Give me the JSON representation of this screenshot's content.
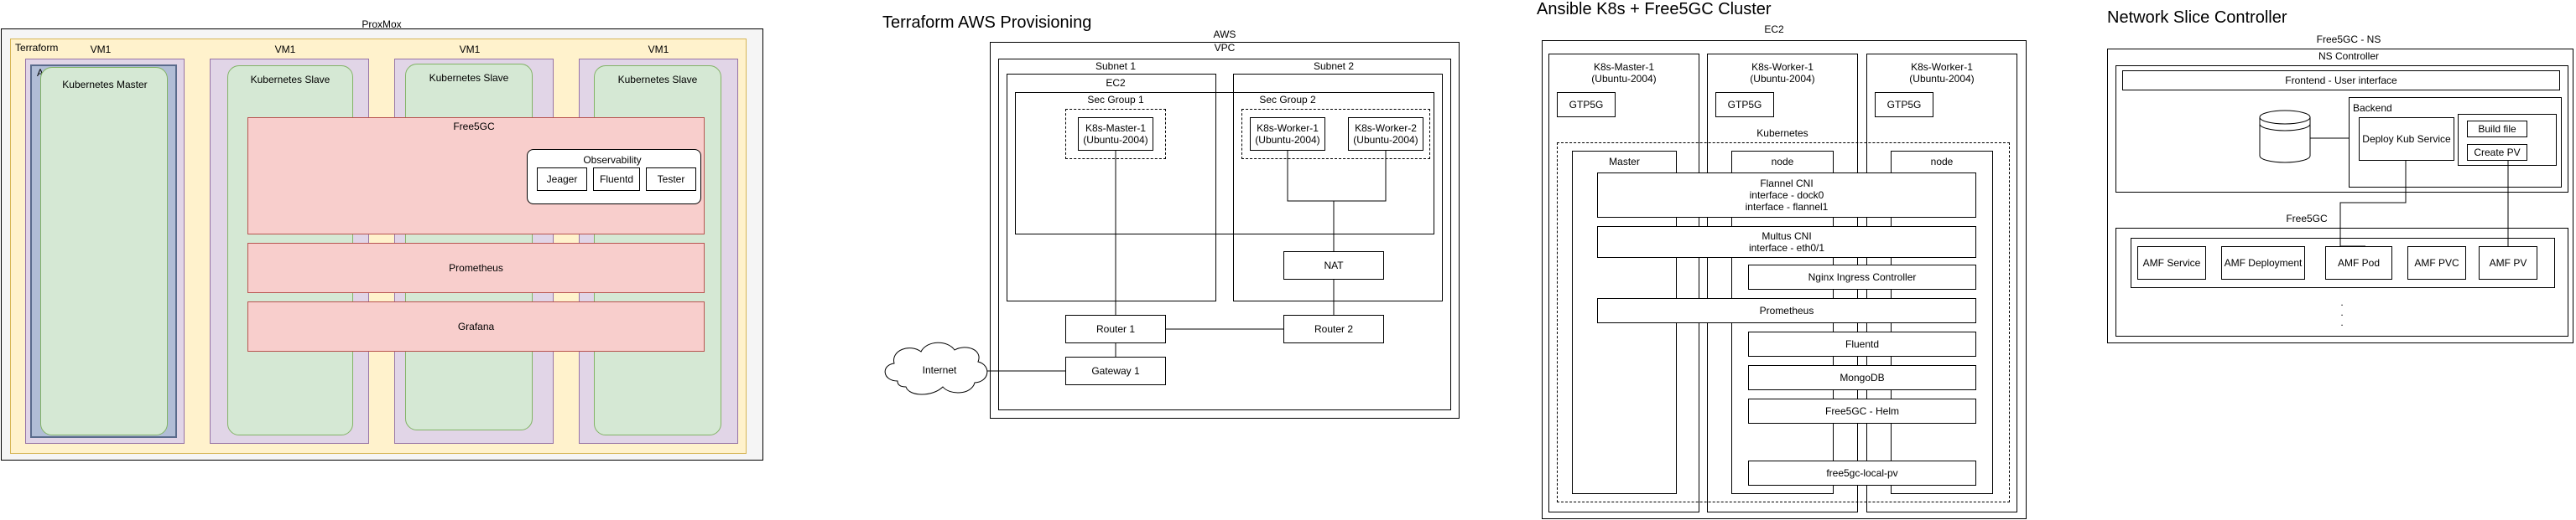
{
  "proxmox": {
    "title": "ProxMox",
    "terraform": "Terraform",
    "ansible": "Ansible",
    "vm_labels": [
      "VM1",
      "VM1",
      "VM1",
      "VM1"
    ],
    "master": "Kubernetes Master",
    "slaves": [
      "Kubernetes Slave",
      "Kubernetes Slave",
      "Kubernetes Slave"
    ],
    "free5gc": "Free5GC",
    "observability": "Observability",
    "obs_items": [
      "Jeager",
      "Fluentd",
      "Tester"
    ],
    "prometheus": "Prometheus",
    "grafana": "Grafana"
  },
  "aws": {
    "heading": "Terraform AWS Provisioning",
    "aws": "AWS",
    "vpc": "VPC",
    "subnet1": "Subnet 1",
    "subnet2": "Subnet 2",
    "ec2": "EC2",
    "sg1": "Sec Group 1",
    "sg2": "Sec Group 2",
    "master1": "K8s-Master-1\n(Ubuntu-2004)",
    "worker1": "K8s-Worker-1\n(Ubuntu-2004)",
    "worker2": "K8s-Worker-2\n(Ubuntu-2004)",
    "nat": "NAT",
    "router1": "Router 1",
    "router2": "Router 2",
    "gateway": "Gateway 1",
    "internet": "Internet"
  },
  "ansible": {
    "heading": "Ansible K8s + Free5GC Cluster",
    "ec2": "EC2",
    "master": "K8s-Master-1\n(Ubuntu-2004)",
    "worker1": "K8s-Worker-1\n(Ubuntu-2004)",
    "worker2": "K8s-Worker-1\n(Ubuntu-2004)",
    "gtp": [
      "GTP5G",
      "GTP5G",
      "GTP5G"
    ],
    "kubernetes": "Kubernetes",
    "master_label": "Master",
    "node1": "node",
    "node2": "node",
    "flannel": "Flannel CNI\ninterface - dock0\ninterface - flannel1",
    "multus": "Multus CNI\ninterface - eth0/1",
    "nginx": "Nginx Ingress Controller",
    "prometheus": "Prometheus",
    "fluentd": "Fluentd",
    "mongodb": "MongoDB",
    "helm": "Free5GC - Helm",
    "pv": "free5gc-local-pv"
  },
  "nsc": {
    "heading": "Network Slice Controller",
    "ns_title": "Free5GC - NS",
    "controller": "NS Controller",
    "frontend": "Frontend - User interface",
    "backend": "Backend",
    "deploy": "Deploy Kub Service",
    "build": "Build file",
    "create_pv": "Create PV",
    "free5gc": "Free5GC",
    "items": [
      "AMF Service",
      "AMF Deployment",
      "AMF Pod",
      "AMF PVC",
      "AMF PV"
    ],
    "dots": ".\n.\n."
  },
  "colors": {
    "yellow": "#fff2cc",
    "purple": "#e1d5e7",
    "green": "#d5e8d4",
    "red": "#f8cecc",
    "blue": "#b1bdd6",
    "gray": "#f5f5f5"
  }
}
